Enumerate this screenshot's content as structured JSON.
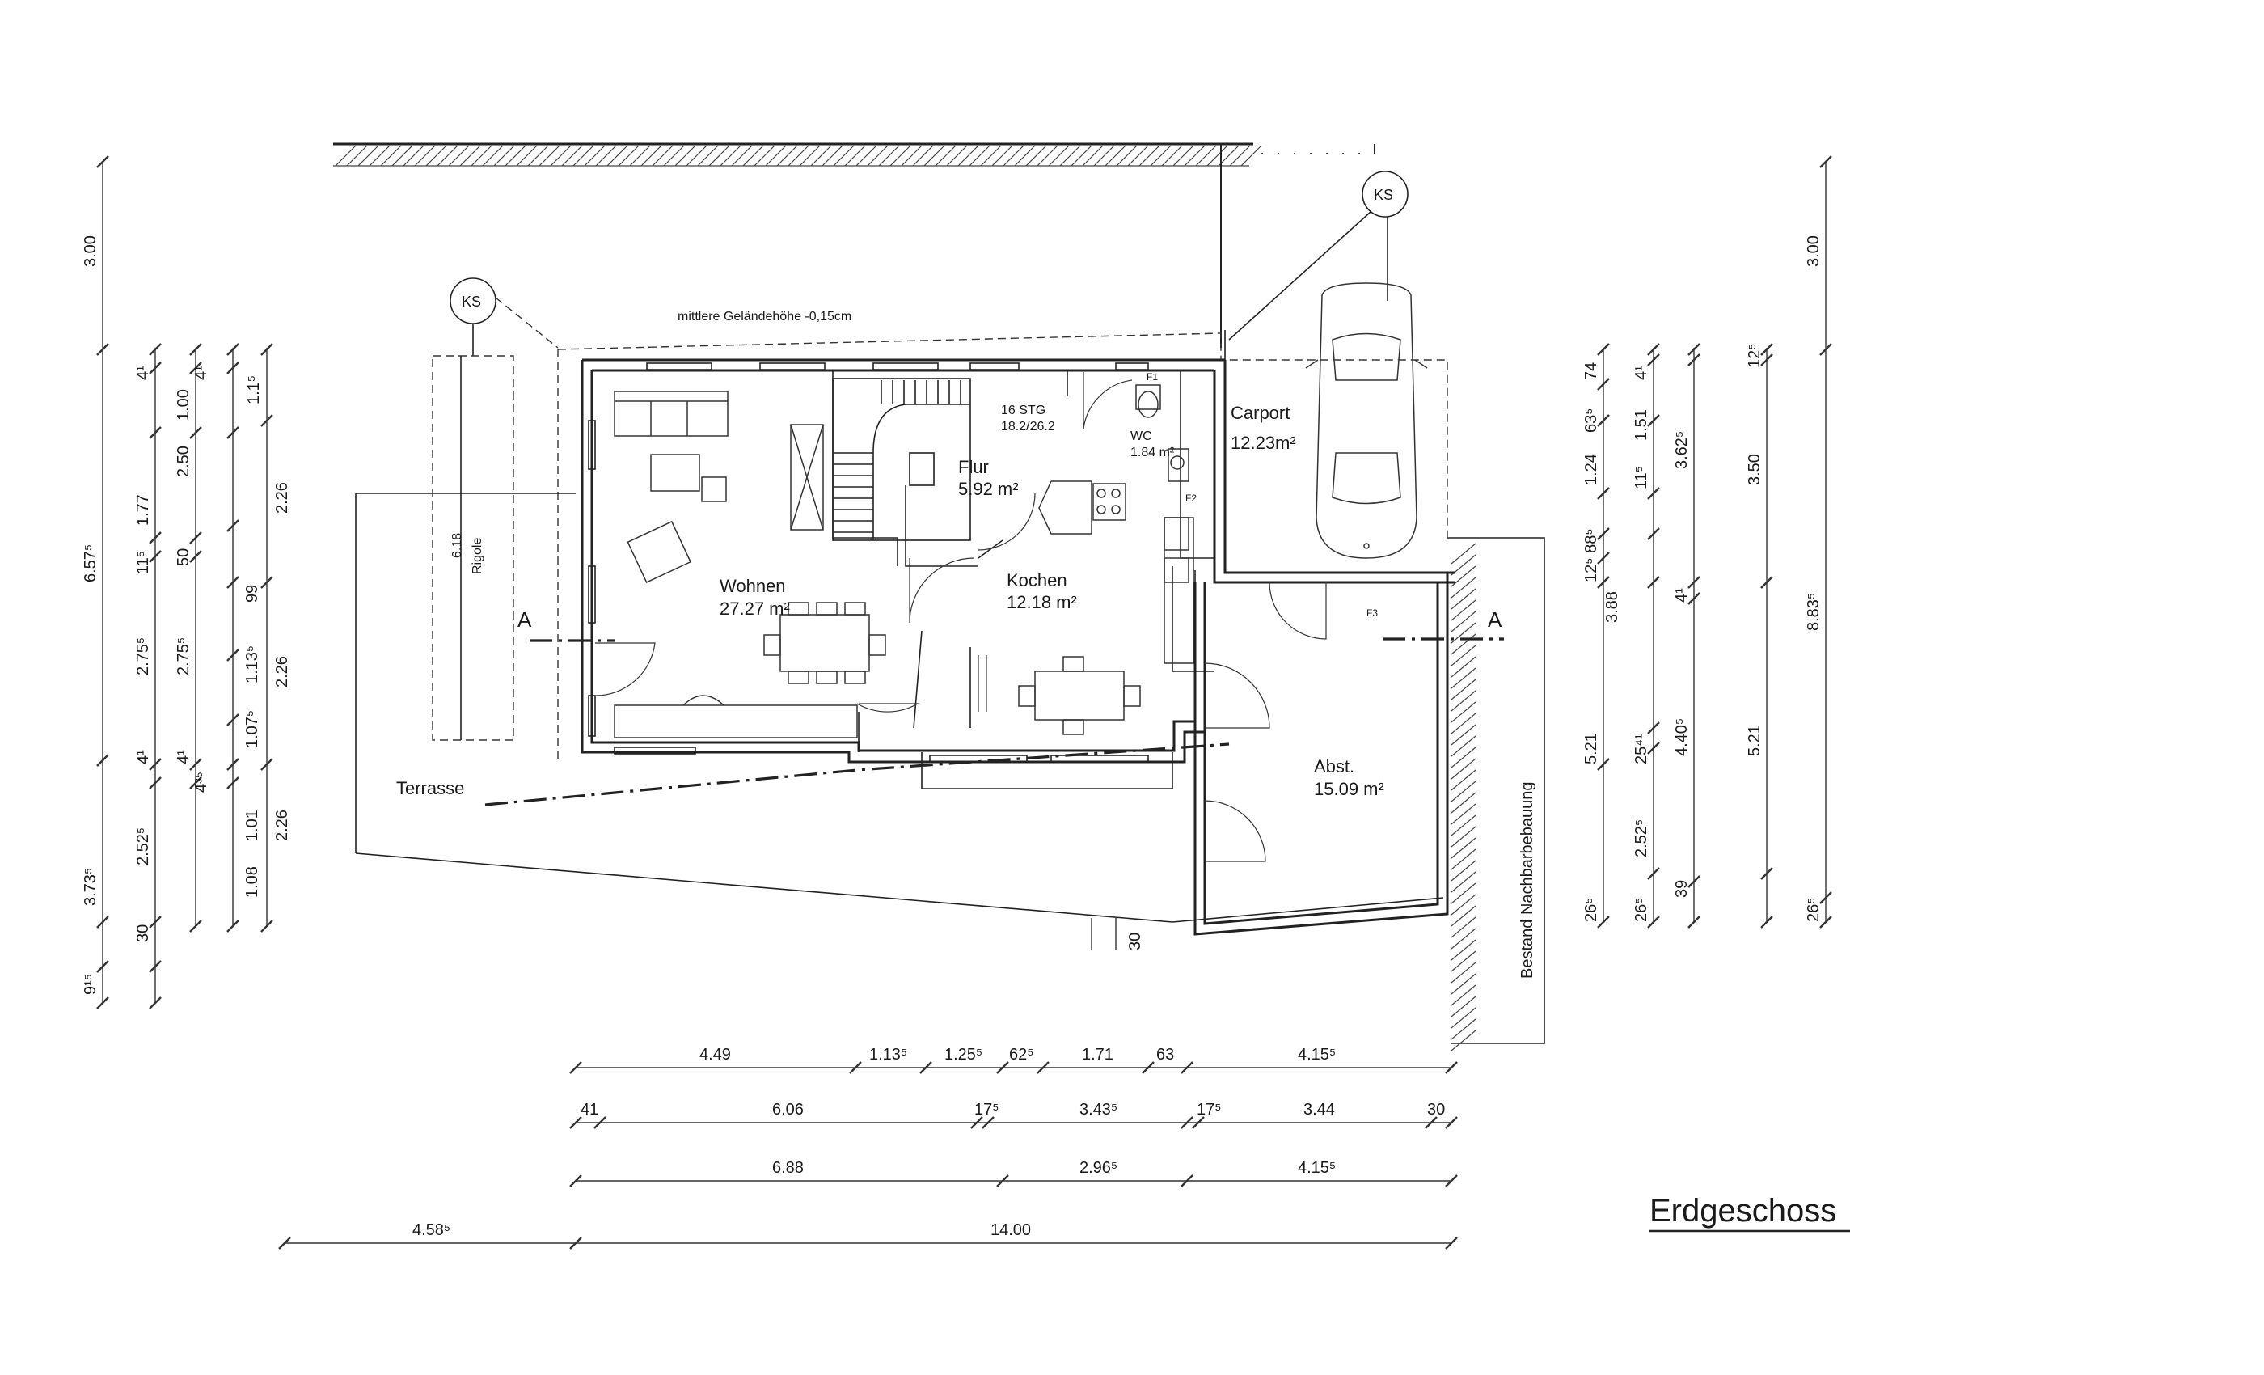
{
  "sheet_title": "Erdgeschoss",
  "ground_note": "mittlere Geländehöhe -0,15cm",
  "rooms": {
    "wohnen": {
      "name": "Wohnen",
      "area": "27.27 m²"
    },
    "flur": {
      "name": "Flur",
      "area": "5.92 m²"
    },
    "kochen": {
      "name": "Kochen",
      "area": "12.18 m²"
    },
    "wc": {
      "name": "WC",
      "area": "1.84 m²"
    },
    "carport": {
      "name": "Carport",
      "area": "12.23m²"
    },
    "abst": {
      "name": "Abst.",
      "area": "15.09 m²"
    }
  },
  "stair": {
    "steps": "16 STG",
    "ratio": "18.2/26.2"
  },
  "terrace_label": "Terrasse",
  "rigole": {
    "label": "Rigole",
    "length": "6.18"
  },
  "ks_label": "KS",
  "section_label": "A",
  "neighbor_label": "Bestand Nachbarbebauung",
  "small_labels": {
    "f1": "F1",
    "f2": "F2",
    "f3": "F3"
  },
  "dimensions": {
    "bottom_row1": [
      "4.49",
      "1.13⁵",
      "1.25⁵",
      "62⁵",
      "1.71",
      "63",
      "4.15⁵"
    ],
    "bottom_row2": [
      "41",
      "6.06",
      "17⁵",
      "3.43⁵",
      "17⁵",
      "3.44",
      "30"
    ],
    "bottom_row3": [
      "6.88",
      "2.96⁵",
      "4.15⁵"
    ],
    "bottom_row4": [
      "4.58⁵",
      "14.00"
    ],
    "left_col1": [
      "3.00",
      "6.57⁵",
      "3.73⁵",
      "9¹⁵"
    ],
    "left_col2": [
      "4¹",
      "1.77",
      "11⁵",
      "2.75⁵",
      "4¹",
      "2.52⁵",
      "30"
    ],
    "left_col3": [
      "1.00",
      "2.50",
      "50",
      "2.75⁵",
      "4¹",
      "4³⁵",
      "1.01",
      "1.08"
    ],
    "left_col4": [
      "4¹",
      "1.1⁵",
      "2.26",
      "99",
      "1.13⁵",
      "1.07⁵",
      "2.26"
    ],
    "left_col5": [
      "1.1⁵",
      "2.26",
      "2.26",
      "2.26"
    ],
    "right_col1": [
      "74",
      "63⁵",
      "1.24",
      "12⁵ 88⁵",
      "5.21",
      "26⁵"
    ],
    "right_col2": [
      "4¹",
      "1.51",
      "11⁵",
      "3.88",
      "25⁴¹",
      "2.52⁵",
      "26⁵"
    ],
    "right_col3": [
      "3.62⁵",
      "4¹",
      "4.40⁵",
      "39"
    ],
    "right_col4": [
      "12⁵",
      "3.50",
      "5.21"
    ],
    "right_col5": [
      "3.00",
      "8.83⁵",
      "26⁵"
    ],
    "wall_note": "30"
  }
}
